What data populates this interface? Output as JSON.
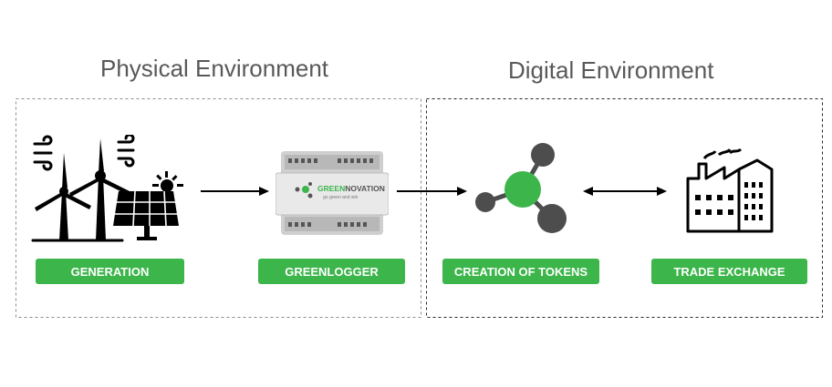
{
  "titles": {
    "physical": "Physical Environment",
    "digital": "Digital Environment"
  },
  "steps": [
    {
      "label": "GENERATION",
      "icon": "wind-solar-generation-icon"
    },
    {
      "label": "GREENLOGGER",
      "icon": "greenlogger-device-icon"
    },
    {
      "label": "CREATION OF TOKENS",
      "icon": "molecule-token-icon"
    },
    {
      "label": "TRADE EXCHANGE",
      "icon": "factory-icon"
    }
  ],
  "device": {
    "brand_green": "GREEN",
    "brand_rest": "NOVATION",
    "tagline": "go green and win"
  },
  "colors": {
    "label_green": "#3cb54a",
    "token_center": "#3cb54a",
    "dark_node": "#4d4d4d",
    "title_gray": "#595959"
  }
}
